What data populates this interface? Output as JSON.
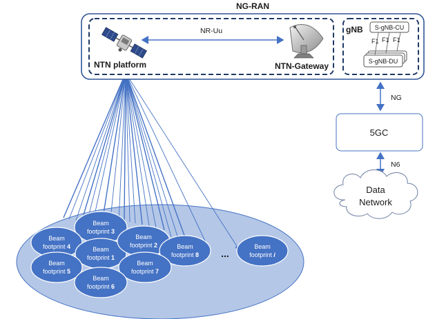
{
  "title": "NG-RAN",
  "ntn_platform": {
    "label": "NTN platform"
  },
  "link": {
    "label": "NR-Uu"
  },
  "gateway": {
    "label": "NTN-Gateway"
  },
  "gnb": {
    "label": "gNB",
    "cu_label": "S-gNB-CU",
    "du_label": "S-gNB-DU",
    "f1_labels": [
      "F1",
      "F1",
      "F1"
    ]
  },
  "ng_link": {
    "label": "NG"
  },
  "core": {
    "label": "5GC"
  },
  "n6_link": {
    "label": "N6"
  },
  "data_network": {
    "line1": "Data",
    "line2": "Network"
  },
  "ellipsis": "...",
  "beams": [
    {
      "line1": "Beam",
      "line2": "footprint",
      "num": "3"
    },
    {
      "line1": "Beam",
      "line2": "footprint",
      "num": "4"
    },
    {
      "line1": "Beam",
      "line2": "footprint",
      "num": "1"
    },
    {
      "line1": "Beam",
      "line2": "footprint",
      "num": "2"
    },
    {
      "line1": "Beam",
      "line2": "footprint",
      "num": "8"
    },
    {
      "line1": "Beam",
      "line2": "footprint",
      "num": "5"
    },
    {
      "line1": "Beam",
      "line2": "footprint",
      "num": "7"
    },
    {
      "line1": "Beam",
      "line2": "footprint",
      "num": "6"
    },
    {
      "line1": "Beam",
      "line2": "footprint",
      "num": "i"
    }
  ],
  "colors": {
    "line": "#4472c4",
    "frame": "#2f5597",
    "dashed": "#1f3864",
    "coverage": "#b4c7e7",
    "beam": "#4472c4",
    "cloud": "#ffffff"
  }
}
